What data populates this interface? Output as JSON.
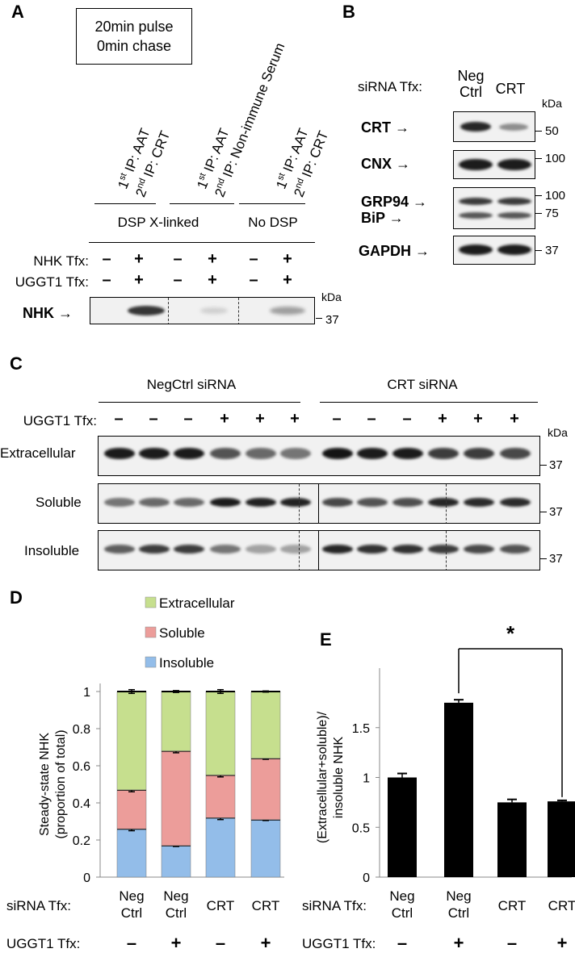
{
  "panelA": {
    "label": "A",
    "box_line1": "20min pulse",
    "box_line2": "0min chase",
    "ip_labels": [
      {
        "line1_pre": "1",
        "line1_sup": "st",
        "line1_post": " IP: AAT",
        "line2_pre": "2",
        "line2_sup": "nd",
        "line2_post": " IP: CRT"
      },
      {
        "line1_pre": "1",
        "line1_sup": "st",
        "line1_post": " IP: AAT",
        "line2_pre": "2",
        "line2_sup": "nd",
        "line2_post": " IP: Non-immune Serum"
      },
      {
        "line1_pre": "1",
        "line1_sup": "st",
        "line1_post": " IP: AAT",
        "line2_pre": "2",
        "line2_sup": "nd",
        "line2_post": " IP: CRT"
      }
    ],
    "group_dsp": "DSP X-linked",
    "group_nodsp": "No DSP",
    "row1_label": "NHK Tfx:",
    "row2_label": "UGGT1 Tfx:",
    "row1_signs": [
      "–",
      "+",
      "–",
      "+",
      "–",
      "+"
    ],
    "row2_signs": [
      "–",
      "+",
      "–",
      "+",
      "–",
      "+"
    ],
    "blot_label": "NHK",
    "arrow": "→",
    "kda": "kDa",
    "marker": "37"
  },
  "panelB": {
    "label": "B",
    "sirna_label": "siRNA Tfx:",
    "col1_line1": "Neg",
    "col1_line2": "Ctrl",
    "col2": "CRT",
    "kda": "kDa",
    "blots": [
      {
        "name": "CRT",
        "markers": [
          "50"
        ]
      },
      {
        "name": "CNX",
        "markers": [
          "100"
        ]
      },
      {
        "name": "GRP94",
        "name2": "BiP",
        "markers": [
          "100",
          "75"
        ]
      },
      {
        "name": "GAPDH",
        "markers": [
          "37"
        ]
      }
    ]
  },
  "panelC": {
    "label": "C",
    "group1": "NegCtrl siRNA",
    "group2": "CRT siRNA",
    "uggt_label": "UGGT1 Tfx:",
    "signs": [
      "–",
      "–",
      "–",
      "+",
      "+",
      "+",
      "–",
      "–",
      "–",
      "+",
      "+",
      "+"
    ],
    "kda": "kDa",
    "rows": [
      {
        "name": "Extracellular",
        "marker": "37"
      },
      {
        "name": "Soluble",
        "marker": "37"
      },
      {
        "name": "Insoluble",
        "marker": "37"
      }
    ]
  },
  "panelD": {
    "label": "D",
    "xrow1_label": "siRNA Tfx:",
    "xrow2_label": "UGGT1 Tfx:",
    "uggt_signs": [
      "–",
      "+",
      "–",
      "+"
    ],
    "colors": {
      "Extracellular": "#c6df8e",
      "Soluble": "#ec9d9a",
      "Insoluble": "#93bde9"
    }
  },
  "panelE": {
    "label": "E",
    "significance": "*",
    "xrow1_label": "siRNA Tfx:",
    "xrow2_label": "UGGT1 Tfx:",
    "uggt_signs": [
      "–",
      "+",
      "–",
      "+"
    ]
  },
  "chart_data": [
    {
      "type": "bar",
      "stacked": true,
      "categories": [
        "Neg Ctrl",
        "Neg Ctrl",
        "CRT",
        "CRT"
      ],
      "ylabel": "Steady-state NHK (proportion of total)",
      "ylim": [
        0,
        1
      ],
      "yticks": [
        "0",
        "0.2",
        "0.4",
        "0.6",
        "0.8",
        "1"
      ],
      "legend_position": "top",
      "series": [
        {
          "name": "Insoluble",
          "values": [
            0.26,
            0.17,
            0.32,
            0.31
          ],
          "errors": [
            0.01,
            0.005,
            0.01,
            0.005
          ]
        },
        {
          "name": "Soluble",
          "values": [
            0.21,
            0.51,
            0.23,
            0.33
          ],
          "errors": [
            0.01,
            0.01,
            0.01,
            0.005
          ]
        },
        {
          "name": "Extracellular",
          "values": [
            0.53,
            0.32,
            0.45,
            0.36
          ],
          "errors": [
            0.01,
            0.005,
            0.01,
            0.003
          ]
        }
      ]
    },
    {
      "type": "bar",
      "categories": [
        "Neg Ctrl",
        "Neg Ctrl",
        "CRT",
        "CRT"
      ],
      "values": [
        1.0,
        1.75,
        0.75,
        0.76
      ],
      "errors": [
        0.04,
        0.03,
        0.03,
        0.01
      ],
      "ylabel": "(Extracellular+soluble)/ insoluble NHK",
      "ylim": [
        0,
        2
      ],
      "yticks": [
        "0",
        "0.5",
        "1",
        "1.5"
      ],
      "annotations": [
        "*"
      ]
    }
  ]
}
